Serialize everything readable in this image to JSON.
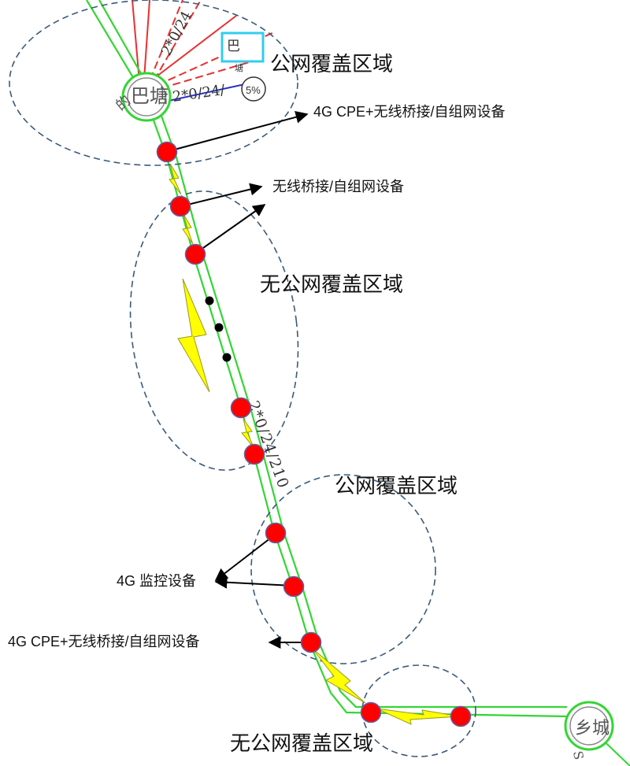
{
  "labels": {
    "public_top": "公网覆盖区域",
    "no_public_mid": "无公网覆盖区域",
    "public_lower": "公网覆盖区域",
    "no_public_bottom": "无公网覆盖区域",
    "cpe_bridge_top": "4G CPE+无线桥接/自组网设备",
    "bridge": "无线桥接/自组网设备",
    "monitor": "4G 监控设备",
    "cpe_bridge_bottom": "4G CPE+无线桥接/自组网设备"
  },
  "stations": {
    "top_station": "巴塘",
    "top_station_prefix": "的",
    "box_label_1": "巴",
    "box_label_2": "塘",
    "bottom_station": "乡城"
  },
  "cable_labels": {
    "top_red": "2*0/24",
    "top_blue": "2*0/24/",
    "top_blue_suffix": "5%",
    "middle": "2*0/24/210",
    "bottom_side": "S"
  },
  "colors": {
    "rail": "#33d633",
    "device": "#ff0000",
    "lightning": "#ffff00",
    "ellipse": "#3a5a7a",
    "arrow": "#000000",
    "red_lines": "#e83030",
    "blue_line": "#2830c8",
    "box": "#33ccee"
  }
}
